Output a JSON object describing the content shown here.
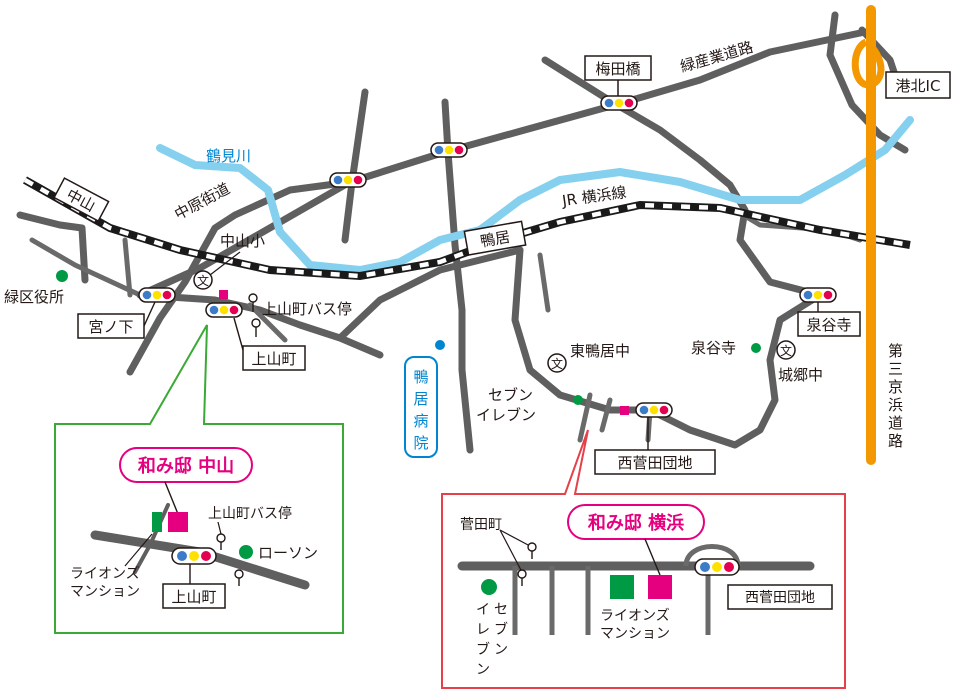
{
  "colors": {
    "road": "#5f5f5f",
    "river": "#84d0ee",
    "expressway": "#f39800",
    "accent_red": "#e4007f",
    "green": "#009944",
    "hospital_blue": "#0086d1",
    "inset_left_border": "#3aa935",
    "inset_right_border": "#e6404a",
    "signal_blue": "#3c7bc8",
    "signal_yellow": "#ffe100",
    "signal_red": "#e5004f"
  },
  "labels": {
    "umedabashi": "梅田橋",
    "ryokusan_road": "緑産業道路",
    "kohoku_ic": "港北IC",
    "tsurumi_river": "鶴見川",
    "nakahara_kaido": "中原街道",
    "nakayama_station": "中山",
    "nakayama_elem": "中山小",
    "kamoi_station": "鴨居",
    "jr_yokohama_line": "JR 横浜線",
    "midori_ward_office": "緑区役所",
    "kamiyamacho_bus": "上山町バス停",
    "miyanoshita": "宮ノ下",
    "kamiyamacho": "上山町",
    "kamoi_hospital": "鴨居病院",
    "higashi_kamoi_jh": "東鴨居中",
    "seven_eleven": "セブン\nイレブン",
    "izumiyato_temple": "泉谷寺",
    "izumiyato": "泉谷寺",
    "jogo_jh": "城郷中",
    "third_keihin": "第三京浜道路",
    "nishi_sugeta_danchi": "西菅田団地"
  },
  "inset_nakayama": {
    "title": "和み邸 中山",
    "bus_stop": "上山町バス停",
    "lawson": "ローソン",
    "lions_mansion": "ライオンズ\nマンション",
    "kamiyamacho": "上山町"
  },
  "inset_yokohama": {
    "title": "和み邸 横浜",
    "sugetacho": "菅田町",
    "seven_eleven": "セブン\nイレブン",
    "lions_mansion": "ライオンズ\nマンション",
    "nishi_sugeta_danchi": "西菅田団地"
  },
  "icons": {
    "school": "文",
    "signal": "traffic-signal-icon",
    "bus": "bus-stop-icon"
  }
}
